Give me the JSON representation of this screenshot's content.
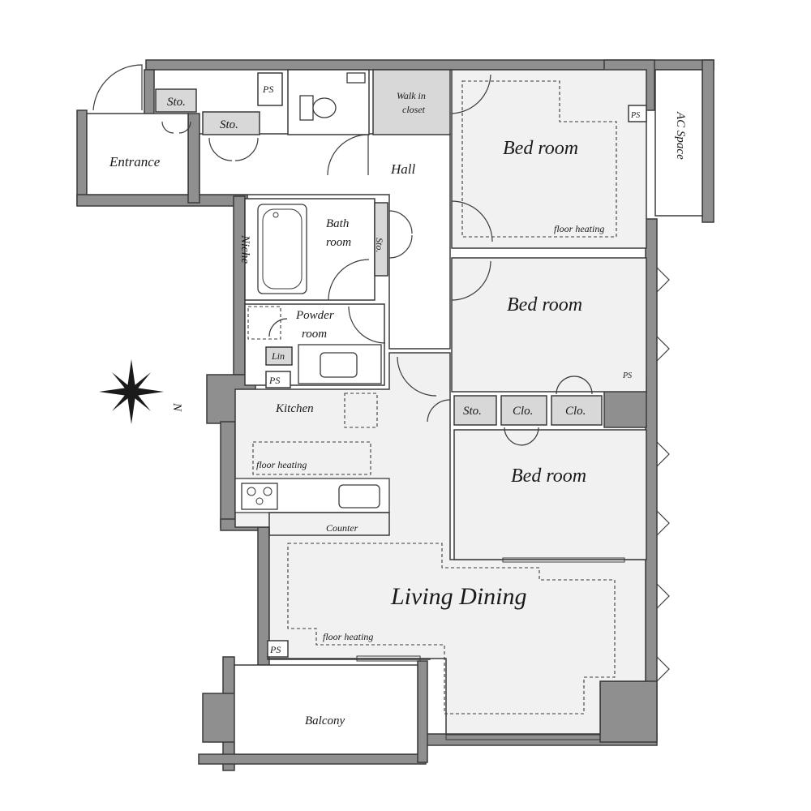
{
  "rooms": {
    "entrance": "Entrance",
    "hall": "Hall",
    "walk_in_closet_line1": "Walk in",
    "walk_in_closet_line2": "closet",
    "bedroom_1": "Bed room",
    "bedroom_2": "Bed room",
    "bedroom_3": "Bed room",
    "bath_line1": "Bath",
    "bath_line2": "room",
    "powder_line1": "Powder",
    "powder_line2": "room",
    "kitchen": "Kitchen",
    "counter": "Counter",
    "living_dining": "Living Dining",
    "balcony": "Balcony",
    "ac_space": "AC Space",
    "niche": "Niche",
    "lin": "Lin"
  },
  "storage": {
    "sto_entrance": "Sto.",
    "sto_hall": "Sto.",
    "sto_bath": "Sto.",
    "sto_bedroom": "Sto.",
    "clo_1": "Clo.",
    "clo_2": "Clo."
  },
  "ps": {
    "ps_1": "PS",
    "ps_2": "PS",
    "ps_3": "PS",
    "ps_4": "PS",
    "ps_5": "PS"
  },
  "annotations": {
    "floor_heating_bed": "floor heating",
    "floor_heating_kitchen": "floor heating",
    "floor_heating_living": "floor heating"
  },
  "compass": {
    "north_label": "N"
  },
  "colors": {
    "wall": "#8f8f8f",
    "room": "#f1f1f1",
    "storage": "#d8d8d8",
    "line": "#3a3a3a"
  }
}
